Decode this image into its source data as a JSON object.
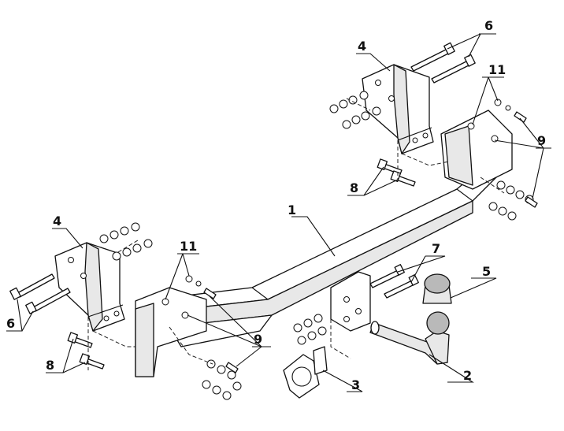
{
  "callouts": {
    "c1": "1",
    "c2": "2",
    "c3": "3",
    "c4a": "4",
    "c4b": "4",
    "c5": "5",
    "c6a": "6",
    "c6b": "6",
    "c7": "7",
    "c8a": "8",
    "c8b": "8",
    "c9a": "9",
    "c9b": "9",
    "c11a": "11",
    "c11b": "11"
  }
}
